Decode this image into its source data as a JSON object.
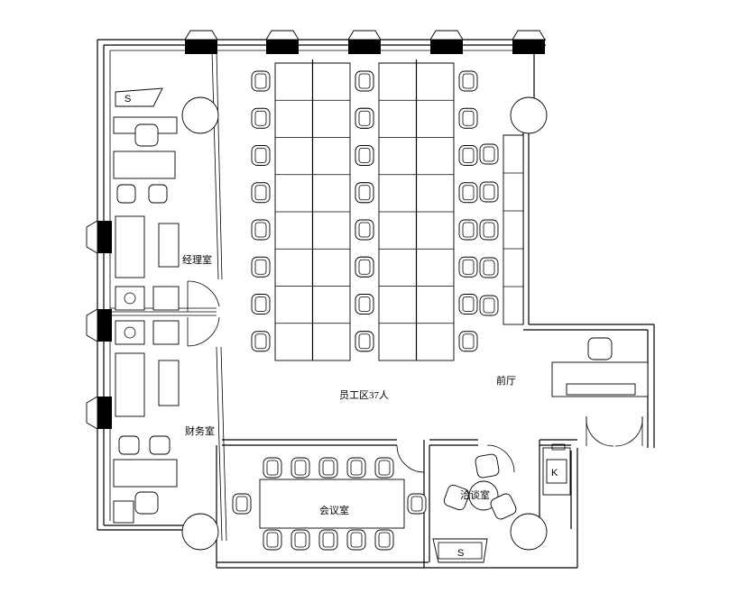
{
  "plan": {
    "rooms": {
      "manager_office": "经理室",
      "finance_office": "财务室",
      "staff_area": "员工区37人",
      "lobby": "前厅",
      "meeting_room": "会议室",
      "negotiation_room": "洽谈室"
    },
    "markers": {
      "safe_manager": "S",
      "safe_negotiation": "S",
      "kitchen": "K"
    }
  }
}
